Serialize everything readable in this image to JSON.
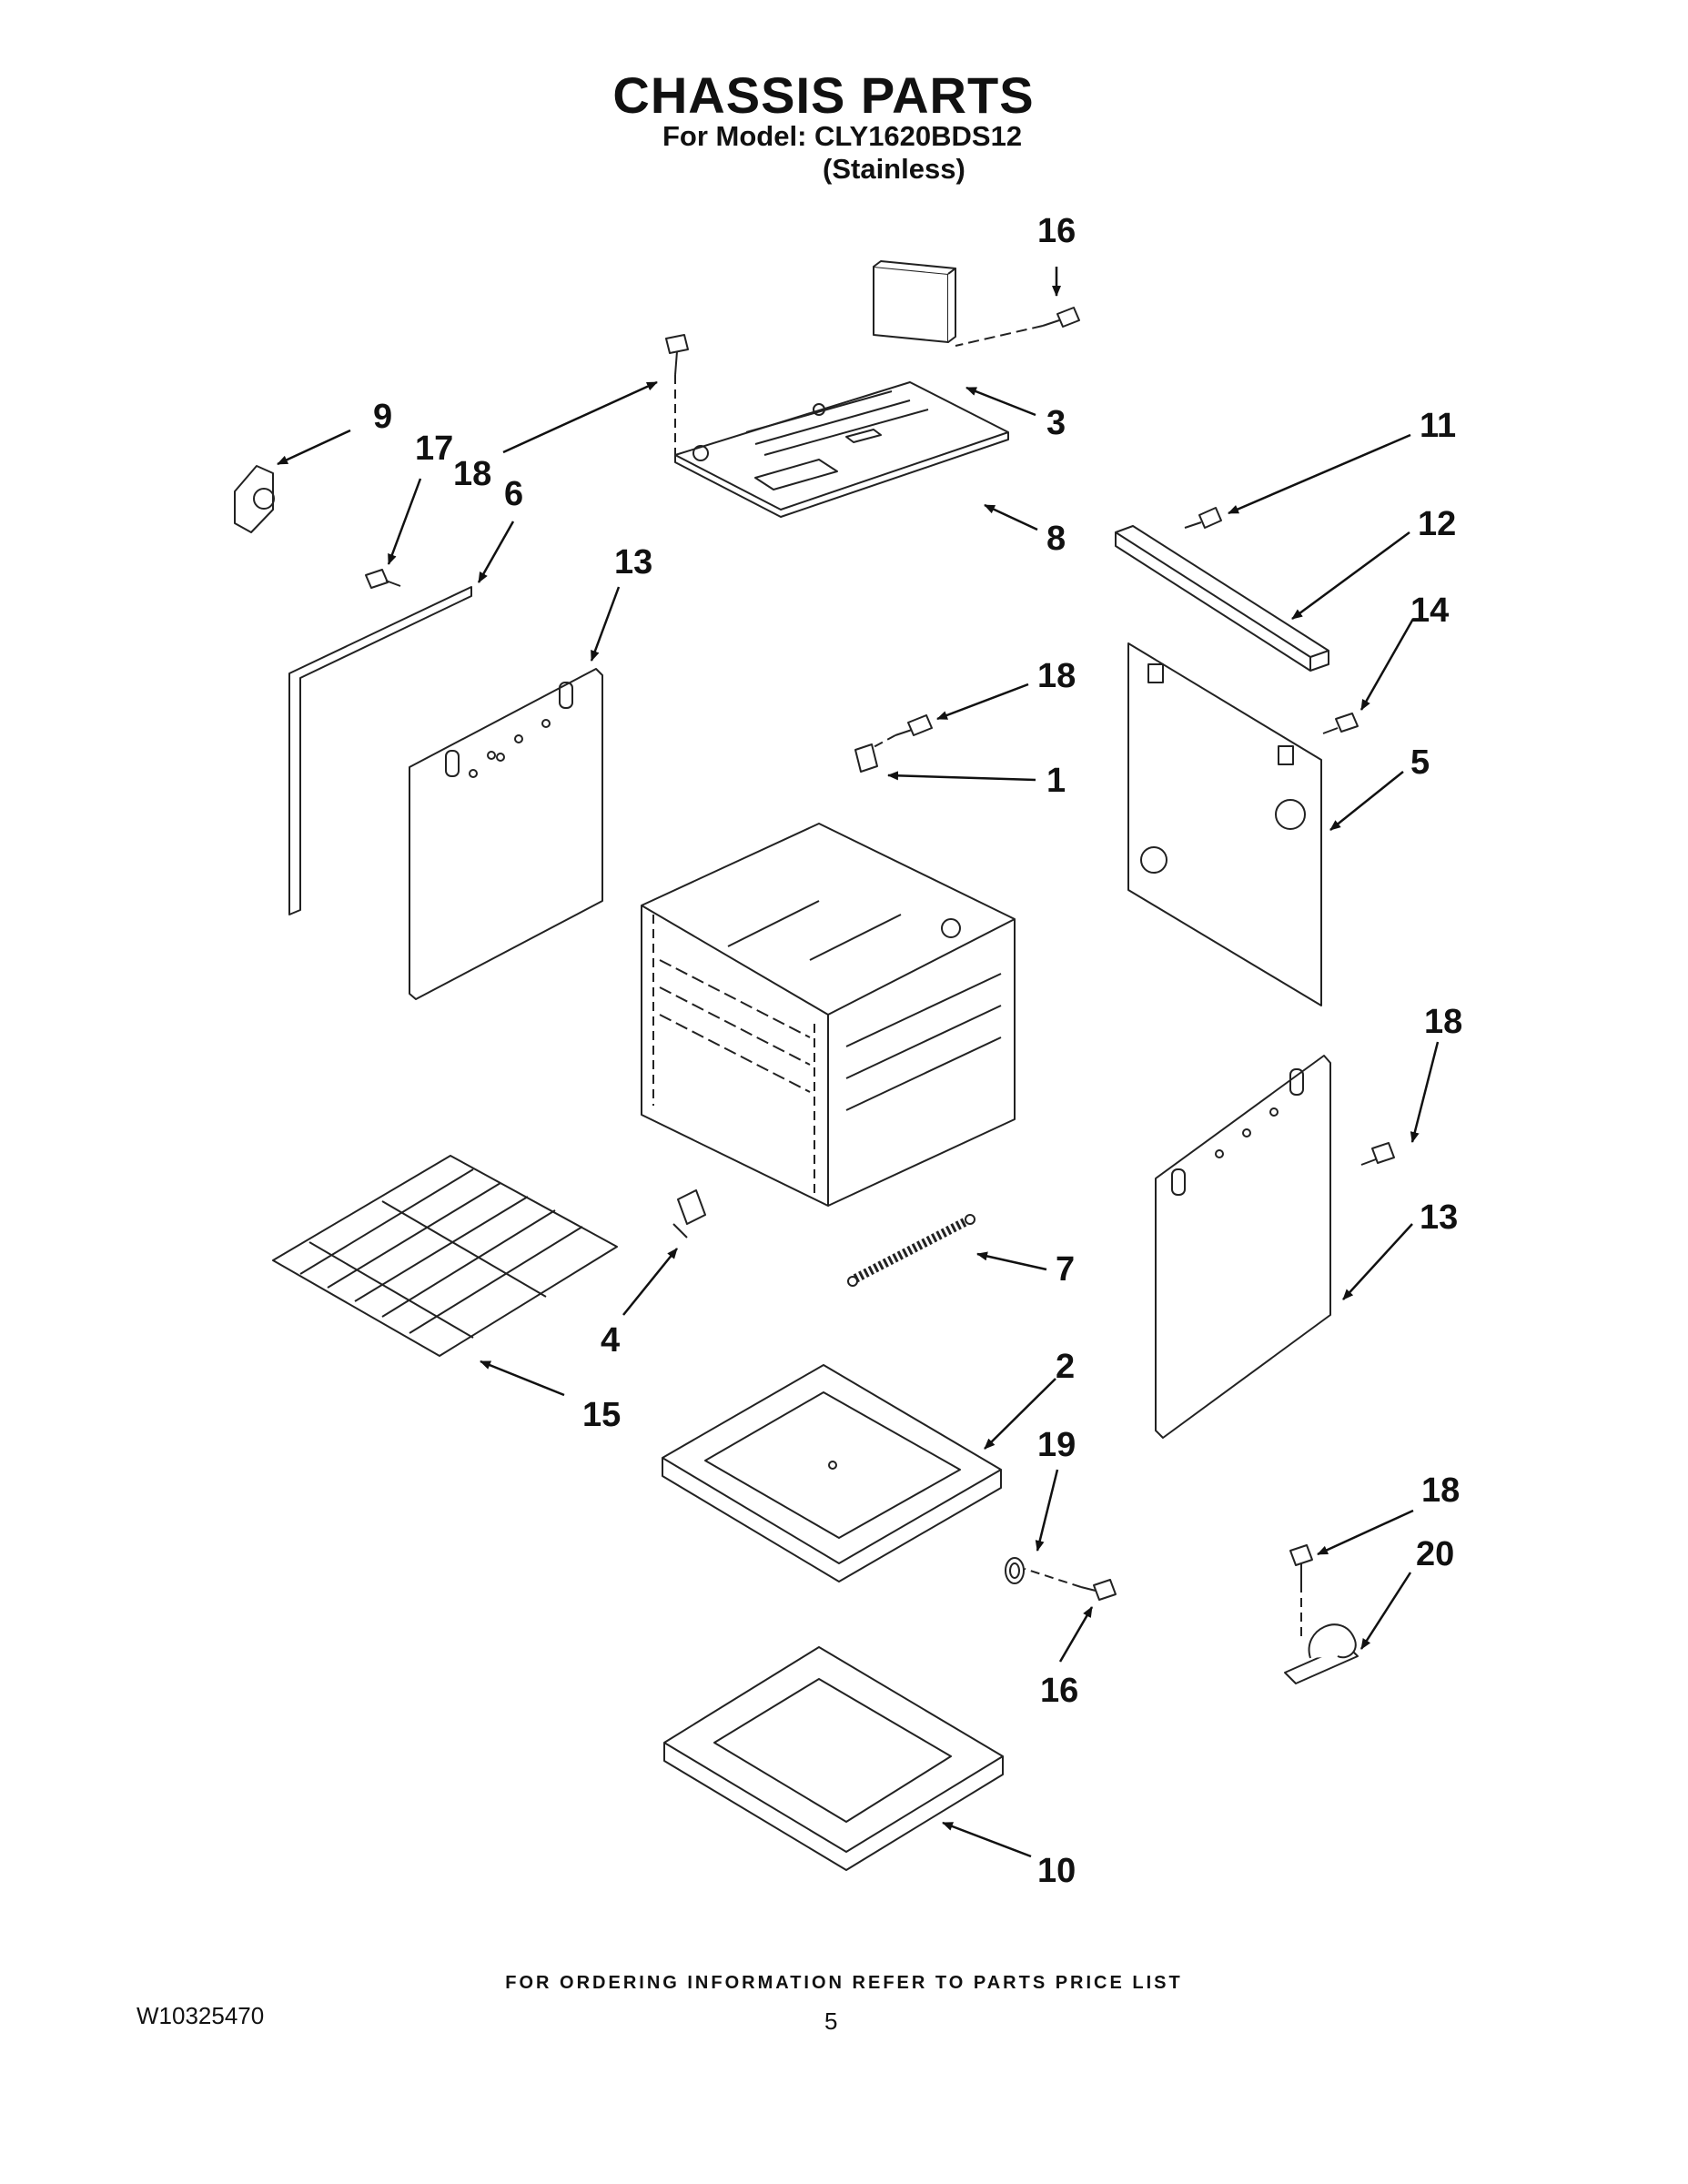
{
  "title": "CHASSIS PARTS",
  "model_line": "For Model: CLY1620BDS12",
  "variant_line": "(Stainless)",
  "footer_note": "FOR ORDERING INFORMATION REFER TO PARTS PRICE LIST",
  "doc_number": "W10325470",
  "page_number": "5",
  "callouts": [
    "16",
    "3",
    "9",
    "17",
    "18",
    "6",
    "8",
    "11",
    "12",
    "13",
    "14",
    "18",
    "1",
    "5",
    "18",
    "13",
    "7",
    "4",
    "15",
    "2",
    "19",
    "16",
    "18",
    "20",
    "10"
  ]
}
